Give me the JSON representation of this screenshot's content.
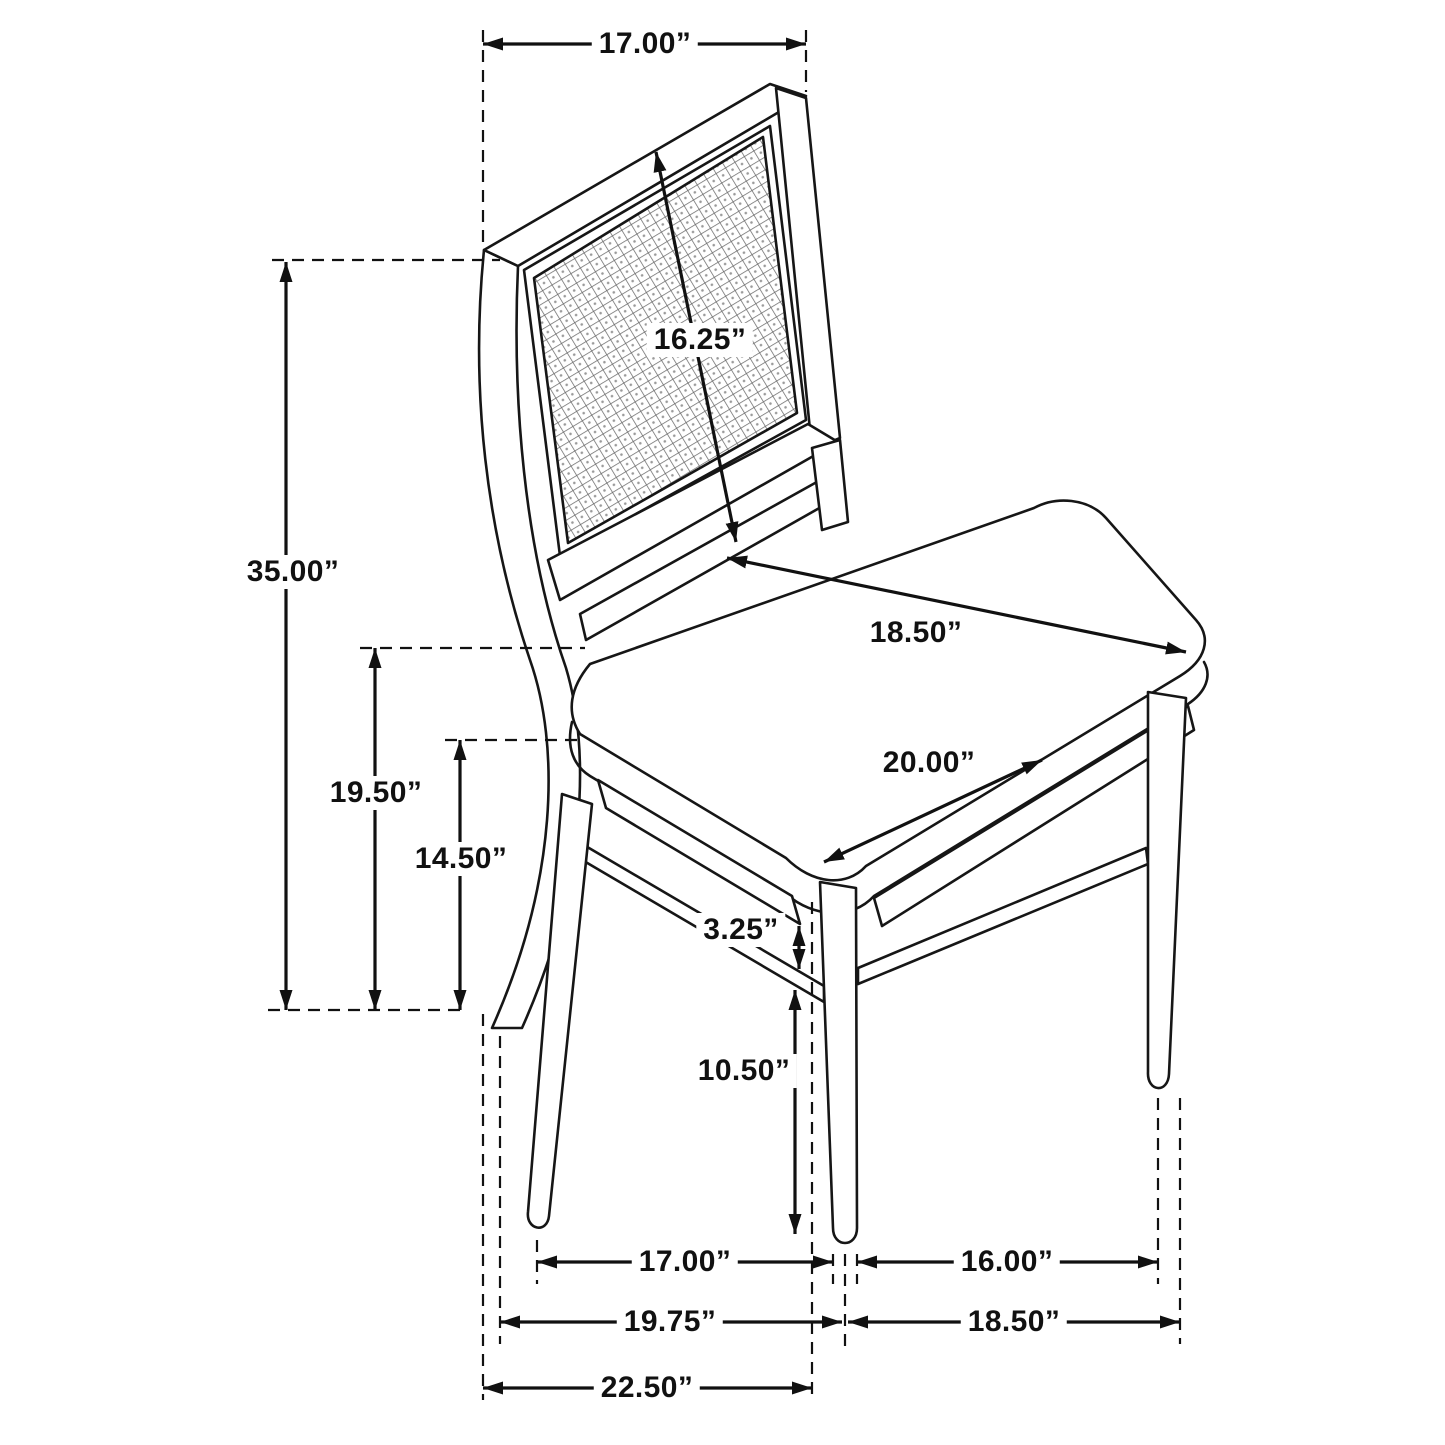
{
  "figure": {
    "kind": "furniture-dimension-diagram",
    "subject": "Dining side chair with cane back panel and upholstered seat",
    "units": "inches",
    "background_color": "#ffffff",
    "line_color": "#111111",
    "mesh_color": "#6a6a6a"
  },
  "dimensions": {
    "back_width": {
      "label": "17.00”",
      "inches": 17.0
    },
    "back_panel_diagonal": {
      "label": "16.25”",
      "inches": 16.25
    },
    "overall_height": {
      "label": "35.00”",
      "inches": 35.0
    },
    "seat_height": {
      "label": "19.50”",
      "inches": 19.5
    },
    "seat_frame_height": {
      "label": "14.50”",
      "inches": 14.5
    },
    "seat_depth": {
      "label": "18.50”",
      "inches": 18.5
    },
    "seat_width": {
      "label": "20.00”",
      "inches": 20.0
    },
    "apron_to_stretcher_gap": {
      "label": "3.25”",
      "inches": 3.25
    },
    "lower_leg_height": {
      "label": "10.50”",
      "inches": 10.5
    },
    "front_leg_span": {
      "label": "17.00”",
      "inches": 17.0
    },
    "side_leg_span": {
      "label": "16.00”",
      "inches": 16.0
    },
    "base_width": {
      "label": "19.75”",
      "inches": 19.75
    },
    "base_depth": {
      "label": "18.50”",
      "inches": 18.5
    },
    "overall_width": {
      "label": "22.50”",
      "inches": 22.5
    }
  }
}
